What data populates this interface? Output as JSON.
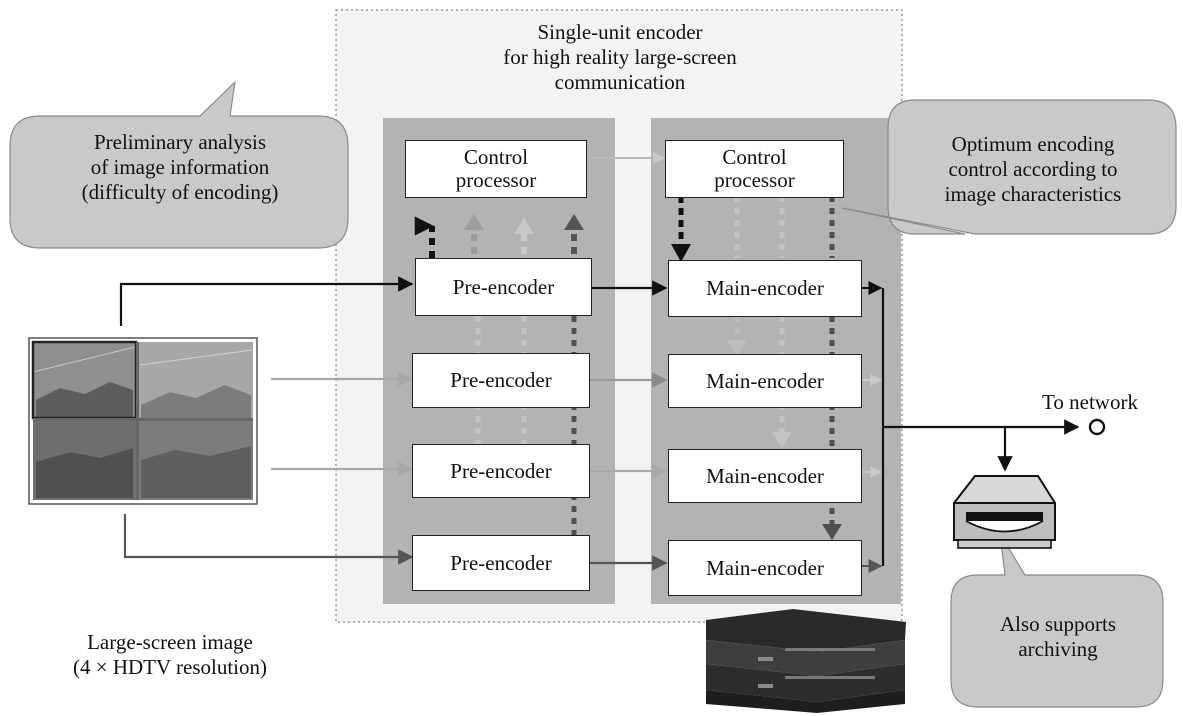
{
  "title": [
    "Single-unit encoder",
    "for high reality large-screen",
    "communication"
  ],
  "control_processor_label": [
    "Control",
    "processor"
  ],
  "pre_encoder_label": "Pre-encoder",
  "main_encoder_label": "Main-encoder",
  "callout_left": [
    "Preliminary analysis",
    "of image information",
    "(difficulty of encoding)"
  ],
  "callout_right": [
    "Optimum encoding",
    "control according to",
    "image characteristics"
  ],
  "callout_archive": [
    "Also supports",
    "archiving"
  ],
  "input_label": [
    "Large-screen image",
    "(4 × HDTV resolution)"
  ],
  "network_label": "To network",
  "colors": {
    "panel": "#b3b3b3",
    "outer_bg": "#f3f3f3",
    "callout": "#c9c9c9"
  }
}
